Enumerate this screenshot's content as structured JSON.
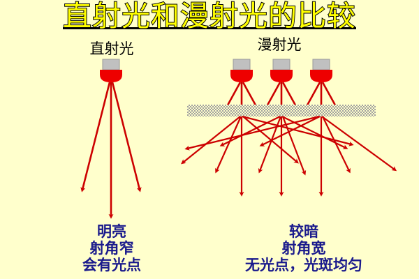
{
  "slide": {
    "background_color": "#ffffcc",
    "title": "直射光和漫射光的比较",
    "title_fill_color": "#ffff00",
    "title_outline_color": "#000000",
    "ray_color": "#cc0000",
    "caption_color": "#1a1a8c",
    "lamp_body_color": "#c0c0c0",
    "lamp_bulb_color": "#ee0000",
    "surface_color": "#a0a0a0"
  },
  "left_panel": {
    "label": "直射光",
    "lamp_count": 1,
    "ray_count": 3,
    "captions": {
      "line1": "明亮",
      "line2": "射角窄",
      "line3": "会有光点"
    }
  },
  "right_panel": {
    "label": "漫射光",
    "lamp_count": 3,
    "rays_per_lamp": 3,
    "scatter_points": 3,
    "scattered_rays_per_point": 5,
    "surface_label": "hatched-surface",
    "captions": {
      "line1": "较暗",
      "line2": "射角宽",
      "line3": "无光点，光斑均匀"
    }
  },
  "icons": {
    "lamp": "lamp-icon",
    "arrow": "arrow-head-icon",
    "surface": "hatched-surface-icon"
  }
}
